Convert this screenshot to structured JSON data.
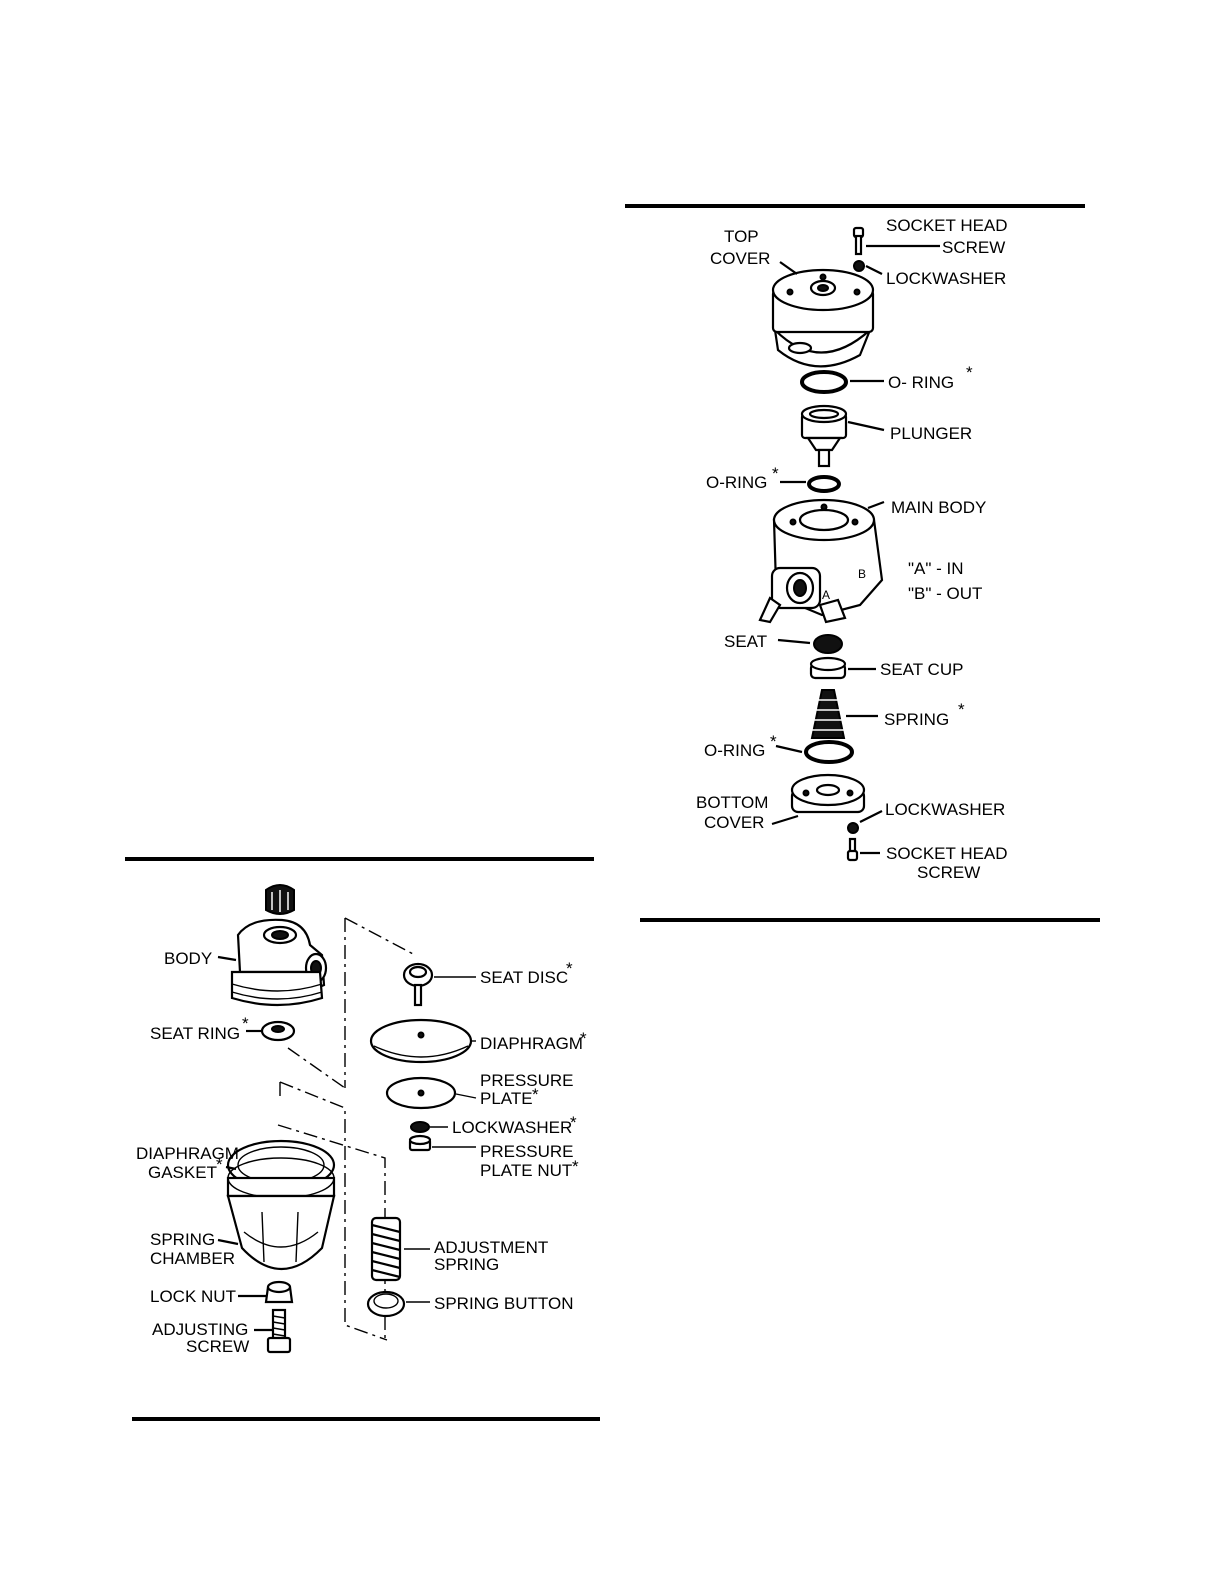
{
  "right_figure": {
    "labels": {
      "socket_head_screw_top": [
        "SOCKET HEAD",
        "SCREW"
      ],
      "top_cover": [
        "TOP",
        "COVER"
      ],
      "lockwasher_top": "LOCKWASHER",
      "o_ring_upper": "O- RING",
      "plunger": "PLUNGER",
      "o_ring_middle": "O-RING",
      "main_body": "MAIN BODY",
      "port_a": "\"A\" - IN",
      "port_b": "\"B\" - OUT",
      "body_mark_a": "A",
      "body_mark_b": "B",
      "seat": "SEAT",
      "seat_cup": "SEAT CUP",
      "spring": "SPRING",
      "o_ring_lower": "O-RING",
      "bottom_cover": [
        "BOTTOM",
        "COVER"
      ],
      "lockwasher_bottom": "LOCKWASHER",
      "socket_head_screw_bottom": [
        "SOCKET HEAD",
        "SCREW"
      ]
    }
  },
  "left_figure": {
    "labels": {
      "body": "BODY",
      "seat_ring": "SEAT RING",
      "seat_disc": "SEAT DISC",
      "diaphragm": "DIAPHRAGM",
      "pressure_plate": [
        "PRESSURE",
        "PLATE"
      ],
      "lockwasher": "LOCKWASHER",
      "pressure_plate_nut": [
        "PRESSURE",
        "PLATE NUT"
      ],
      "diaphragm_gasket": [
        "DIAPHRAGM",
        "GASKET"
      ],
      "spring_chamber": [
        "SPRING",
        "CHAMBER"
      ],
      "adjustment_spring": [
        "ADJUSTMENT",
        "SPRING"
      ],
      "lock_nut": "LOCK NUT",
      "spring_button": "SPRING BUTTON",
      "adjusting_screw": [
        "ADJUSTING",
        "SCREW"
      ]
    }
  },
  "asterisk": "*"
}
